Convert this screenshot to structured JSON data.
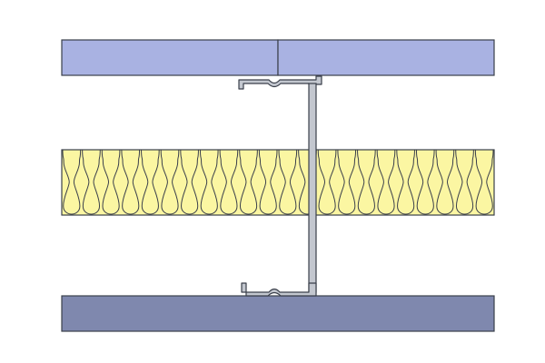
{
  "colors": {
    "background": "#ffffff",
    "top_board": "#a9b2e2",
    "bottom_board": "#7f88ae",
    "insulation": "#fbf6a2",
    "stud": "#c3c7cf",
    "outline": "#3a3f4a"
  },
  "components": [
    {
      "name": "plasterboard-top"
    },
    {
      "name": "plasterboard-bottom"
    },
    {
      "name": "insulation-layer",
      "lobes": 22
    },
    {
      "name": "steel-stud"
    }
  ]
}
